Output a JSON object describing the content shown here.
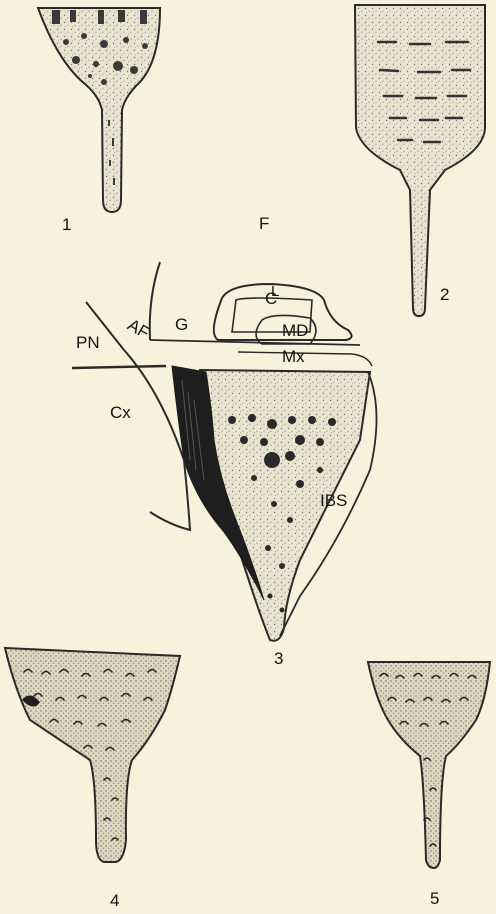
{
  "figures": [
    {
      "id": "fig1",
      "number": "1"
    },
    {
      "id": "fig2",
      "number": "2"
    },
    {
      "id": "fig3",
      "number": "3"
    },
    {
      "id": "fig4",
      "number": "4"
    },
    {
      "id": "fig5",
      "number": "5"
    }
  ],
  "fig3_labels": {
    "F": "F",
    "C": "C",
    "L": "L",
    "G": "G",
    "MD": "MD",
    "Mx": "Mx",
    "PN": "PN",
    "AF": "AF",
    "Cx": "Cx",
    "IBS": "IBS"
  },
  "colors": {
    "paper": "#f7f2dc",
    "ink": "#141414",
    "stipple": "#cfcab6",
    "outline": "#2a2a2a"
  }
}
